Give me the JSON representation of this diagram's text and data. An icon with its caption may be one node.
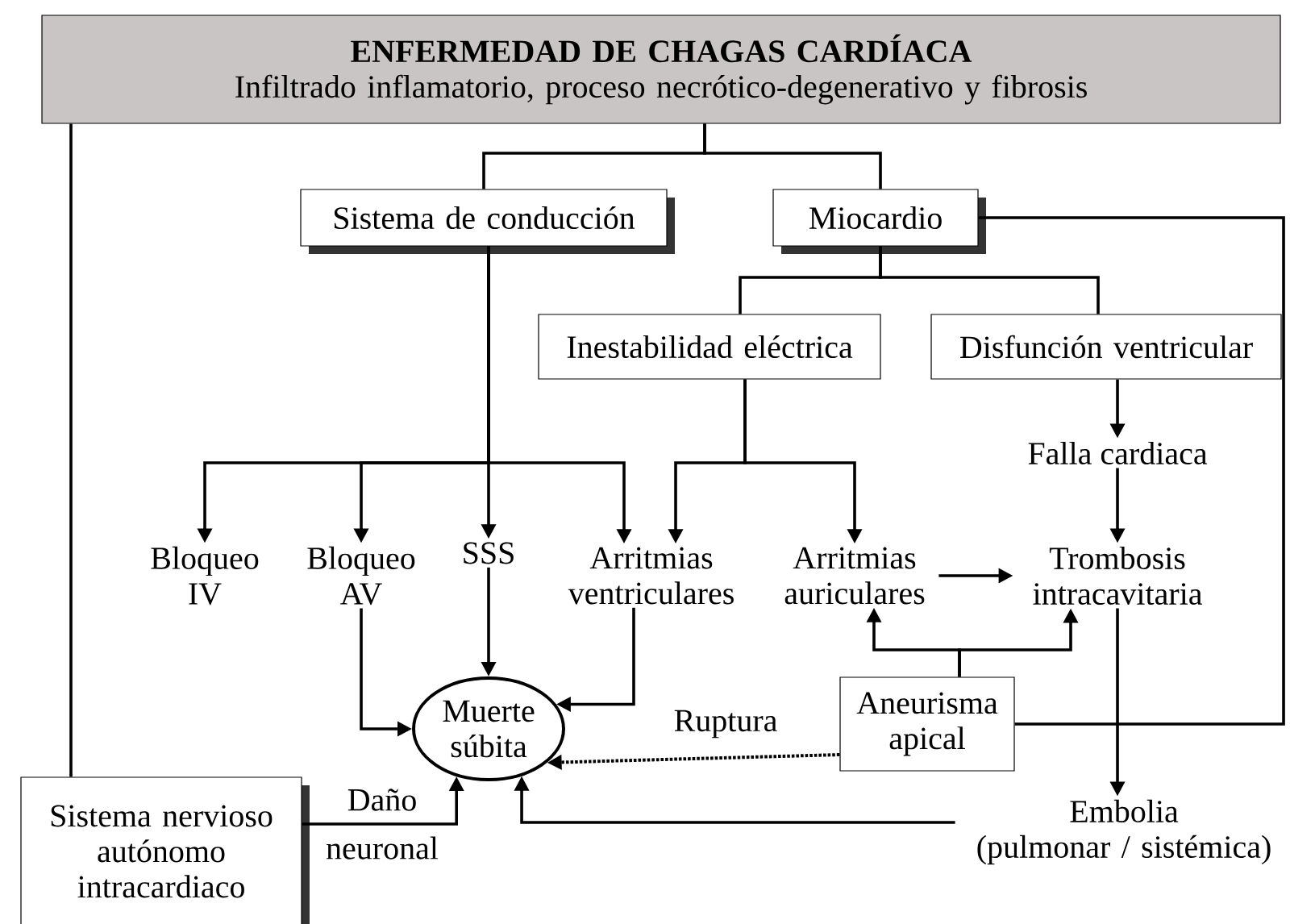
{
  "diagram": {
    "nodes": [
      {
        "text": [
          "ENFERMEDAD DE CHAGAS CARDÍACA",
          "Infiltrado inflamatorio, proceso necrótico-degenerativo y fibrosis"
        ]
      },
      {
        "text": [
          "Sistema de conducción"
        ]
      },
      {
        "text": [
          "Miocardio"
        ]
      },
      {
        "text": [
          "Inestabilidad eléctrica"
        ]
      },
      {
        "text": [
          "Disfunción ventricular"
        ]
      },
      {
        "text": [
          "Falla cardiaca"
        ]
      },
      {
        "text": [
          "Bloqueo IV"
        ]
      },
      {
        "text": [
          "Bloqueo AV"
        ]
      },
      {
        "text": [
          "SSS"
        ]
      },
      {
        "text": [
          "Arritmias ventriculares"
        ]
      },
      {
        "text": [
          "Arritmias auriculares"
        ]
      },
      {
        "text": [
          "Trombosis intracavitaria"
        ]
      },
      {
        "text": [
          "Muerte súbita"
        ]
      },
      {
        "text": [
          "Aneurisma apical"
        ]
      },
      {
        "text": [
          "Sistema nervioso autónomo intracardiaco"
        ]
      },
      {
        "text": [
          "Embolia",
          "(pulmonar / sistémica)"
        ]
      }
    ],
    "edges": [
      {
        "from": 0,
        "to": 1,
        "arrow": "none"
      },
      {
        "from": 0,
        "to": 2,
        "arrow": "none"
      },
      {
        "from": 0,
        "to": 14,
        "arrow": "none"
      },
      {
        "from": 1,
        "to": 6,
        "arrow": "to"
      },
      {
        "from": 1,
        "to": 7,
        "arrow": "to"
      },
      {
        "from": 1,
        "to": 8,
        "arrow": "to"
      },
      {
        "from": 1,
        "to": 9,
        "arrow": "to"
      },
      {
        "from": 2,
        "to": 3,
        "arrow": "none"
      },
      {
        "from": 2,
        "to": 4,
        "arrow": "none"
      },
      {
        "from": 2,
        "to": 13,
        "arrow": "none"
      },
      {
        "from": 3,
        "to": 9,
        "arrow": "to"
      },
      {
        "from": 3,
        "to": 10,
        "arrow": "to"
      },
      {
        "from": 4,
        "to": 5,
        "arrow": "to"
      },
      {
        "from": 5,
        "to": 11,
        "arrow": "to"
      },
      {
        "from": 10,
        "to": 11,
        "arrow": "to"
      },
      {
        "from": 13,
        "to": 10,
        "arrow": "to"
      },
      {
        "from": 13,
        "to": 11,
        "arrow": "to"
      },
      {
        "from": 11,
        "to": 15,
        "arrow": "to"
      },
      {
        "from": 7,
        "to": 12,
        "arrow": "to"
      },
      {
        "from": 8,
        "to": 12,
        "arrow": "to"
      },
      {
        "from": 9,
        "to": 12,
        "arrow": "to"
      },
      {
        "from": 13,
        "to": 12,
        "arrow": "to",
        "style": "dashed",
        "label": "Ruptura"
      },
      {
        "from": 14,
        "to": 12,
        "arrow": "to",
        "label": "Daño neuronal"
      },
      {
        "from": 15,
        "to": 12,
        "arrow": "to"
      }
    ]
  }
}
